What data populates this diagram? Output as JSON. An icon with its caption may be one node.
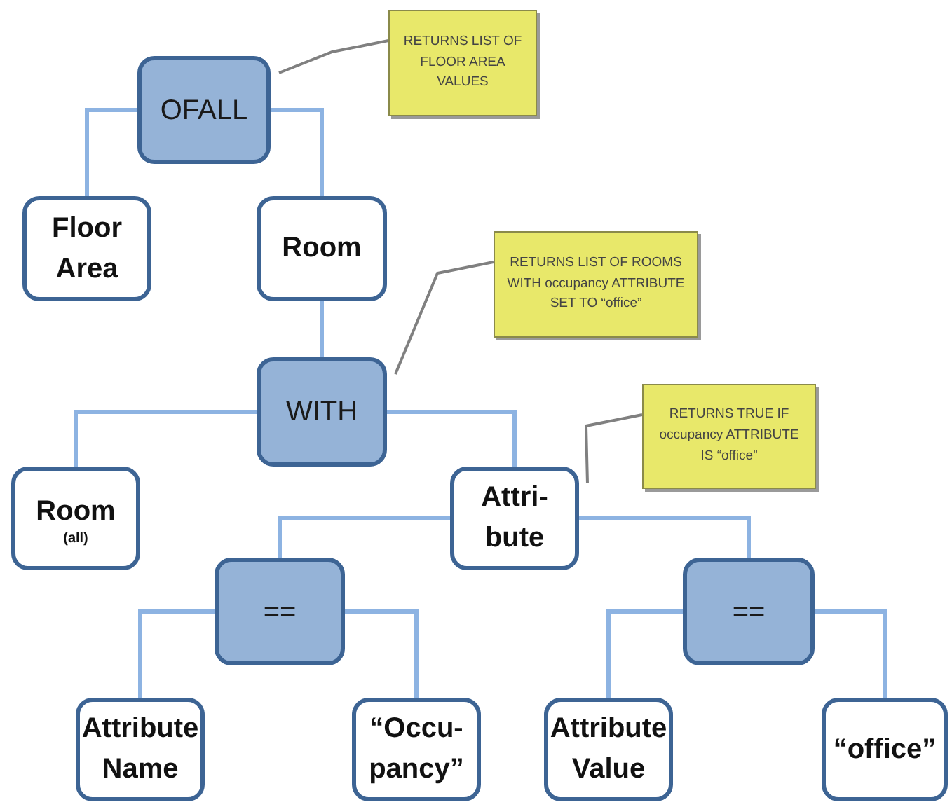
{
  "diagram": {
    "nodes": [
      {
        "text": [
          "OFALL"
        ]
      },
      {
        "text": [
          "Floor Area"
        ]
      },
      {
        "text": [
          "Room"
        ]
      },
      {
        "text": [
          "WITH"
        ]
      },
      {
        "text": [
          "Room",
          "(all)"
        ]
      },
      {
        "text": [
          "Attri- bute"
        ]
      },
      {
        "text": [
          "=="
        ]
      },
      {
        "text": [
          "=="
        ]
      },
      {
        "text": [
          "Attribute Name"
        ]
      },
      {
        "text": [
          "“Occu- pancy”"
        ]
      },
      {
        "text": [
          "Attribute Value"
        ]
      },
      {
        "text": [
          "“office”"
        ]
      },
      {
        "text": [
          "RETURNS LIST OF FLOOR AREA VALUES"
        ]
      },
      {
        "text": [
          "RETURNS LIST OF ROOMS WITH occupancy ATTRIBUTE SET TO “office”"
        ]
      },
      {
        "text": [
          "RETURNS TRUE IF occupancy ATTRIBUTE IS “office”"
        ]
      }
    ],
    "edges": [
      {
        "from": 0,
        "to": 1,
        "arrow": "none"
      },
      {
        "from": 0,
        "to": 2,
        "arrow": "none"
      },
      {
        "from": 2,
        "to": 3,
        "arrow": "none"
      },
      {
        "from": 3,
        "to": 4,
        "arrow": "none"
      },
      {
        "from": 3,
        "to": 5,
        "arrow": "none"
      },
      {
        "from": 5,
        "to": 6,
        "arrow": "none"
      },
      {
        "from": 5,
        "to": 7,
        "arrow": "none"
      },
      {
        "from": 6,
        "to": 8,
        "arrow": "none"
      },
      {
        "from": 6,
        "to": 9,
        "arrow": "none"
      },
      {
        "from": 7,
        "to": 10,
        "arrow": "none"
      },
      {
        "from": 7,
        "to": 11,
        "arrow": "none"
      },
      {
        "from": 12,
        "to": 0,
        "arrow": "none",
        "color": "#808080"
      },
      {
        "from": 13,
        "to": 3,
        "arrow": "none",
        "color": "#808080"
      },
      {
        "from": 14,
        "to": 5,
        "arrow": "none",
        "color": "#808080"
      }
    ]
  }
}
